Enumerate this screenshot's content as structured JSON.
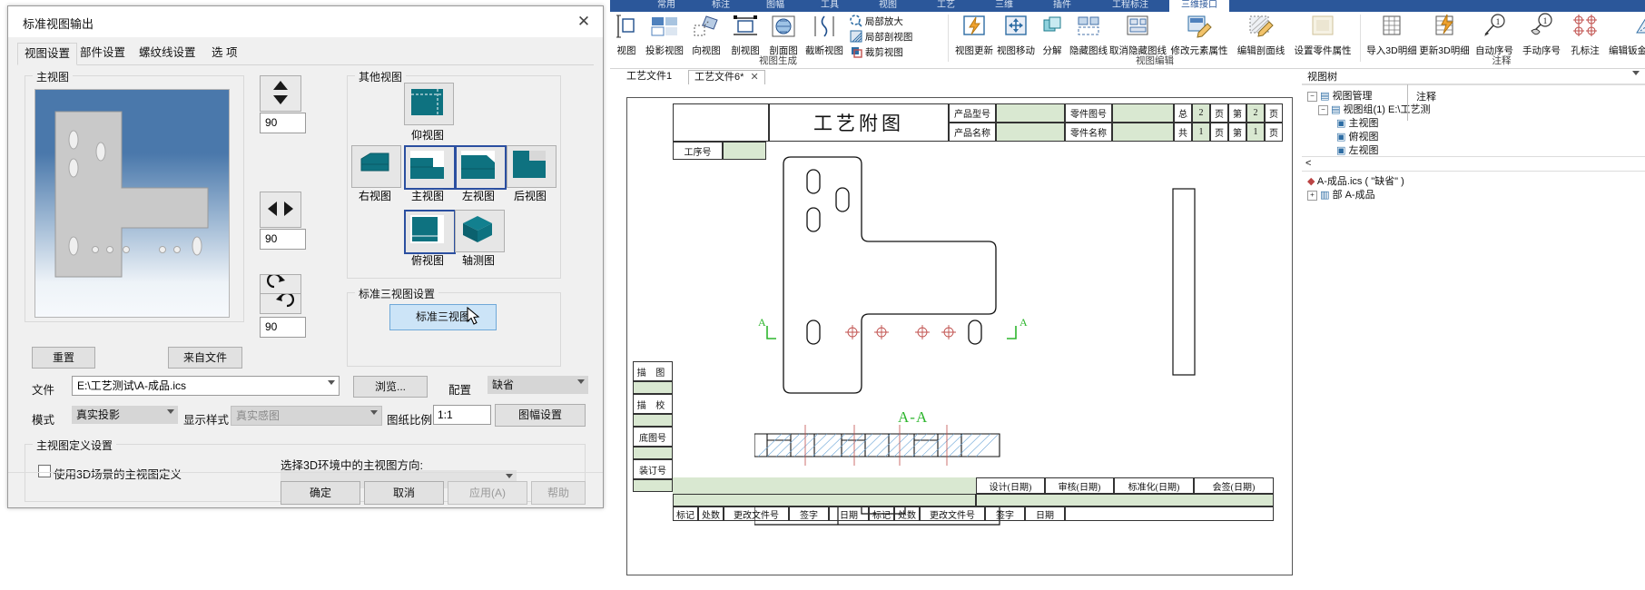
{
  "dialog": {
    "title": "标准视图输出",
    "close_icon": "close-icon",
    "tabs": [
      {
        "label": "视图设置",
        "active": true
      },
      {
        "label": "部件设置",
        "active": false
      },
      {
        "label": "螺纹线设置",
        "active": false
      },
      {
        "label": "选 项",
        "active": false
      }
    ],
    "main_view_group": {
      "label": "主视图"
    },
    "other_view_group": {
      "label": "其他视图"
    },
    "std3_group": {
      "label": "标准三视图设置",
      "button": "标准三视图"
    },
    "spinners": [
      {
        "name": "vertical",
        "value": "90",
        "icon": "up-down-arrows-icon"
      },
      {
        "name": "horizontal",
        "value": "90",
        "icon": "left-right-arrows-icon"
      },
      {
        "name": "rotate",
        "value": "90",
        "icon": "rotate-arrows-icon"
      }
    ],
    "view_buttons": [
      {
        "label": "仰视图",
        "selected": false
      },
      {
        "label": "右视图",
        "selected": false
      },
      {
        "label": "主视图",
        "selected": true
      },
      {
        "label": "左视图",
        "selected": true
      },
      {
        "label": "后视图",
        "selected": false
      },
      {
        "label": "俯视图",
        "selected": true
      },
      {
        "label": "轴测图",
        "selected": false
      }
    ],
    "reset_button": "重置",
    "from_file_button": "来自文件",
    "file_label": "文件",
    "file_value": "E:\\工艺测试\\A-成品.ics",
    "browse_button": "浏览...",
    "config_label": "配置",
    "config_value": "缺省",
    "mode_label": "模式",
    "mode_value": "真实投影",
    "display_style_label": "显示样式",
    "display_style_value": "真实感图",
    "paper_scale_label": "图纸比例",
    "paper_scale_value": "1:1",
    "frame_setting_button": "图幅设置",
    "main_def_group": {
      "label": "主视图定义设置"
    },
    "use_3d_checkbox": "使用3D场景的主视图定义",
    "choose_3d_dir_label": "选择3D环境中的主视图方向:",
    "choose_3d_dir_value": "",
    "footer": [
      {
        "label": "确定",
        "enabled": true
      },
      {
        "label": "取消",
        "enabled": true
      },
      {
        "label": "应用(A)",
        "enabled": false
      },
      {
        "label": "帮助",
        "enabled": false
      }
    ]
  },
  "app": {
    "ribbon_tabs": [
      {
        "label": "常用"
      },
      {
        "label": "标注"
      },
      {
        "label": "图幅"
      },
      {
        "label": "工具"
      },
      {
        "label": "视图"
      },
      {
        "label": "工艺"
      },
      {
        "label": "三维"
      },
      {
        "label": "插件"
      },
      {
        "label": "工程标注"
      },
      {
        "label": "三维接口",
        "active": true
      }
    ],
    "ribbon_groups": [
      {
        "label": "视图生成",
        "items": [
          {
            "label": "视图",
            "icon": "standard-view-icon"
          },
          {
            "label": "投影视图",
            "icon": "projection-view-icon"
          },
          {
            "label": "向视图",
            "icon": "direction-view-icon"
          },
          {
            "label": "剖视图",
            "icon": "section-view-icon"
          },
          {
            "label": "剖面图",
            "icon": "section-plane-icon"
          },
          {
            "label": "截断视图",
            "icon": "break-view-icon"
          }
        ],
        "small_items": [
          {
            "label": "局部放大",
            "icon": "detail-zoom-icon"
          },
          {
            "label": "局部剖视图",
            "icon": "local-section-icon"
          },
          {
            "label": "裁剪视图",
            "icon": "crop-view-icon"
          }
        ]
      },
      {
        "label": "视图编辑",
        "items": [
          {
            "label": "视图更新",
            "icon": "refresh-view-icon"
          },
          {
            "label": "视图移动",
            "icon": "move-view-icon"
          },
          {
            "label": "分解",
            "icon": "explode-icon"
          },
          {
            "label": "隐藏图线",
            "icon": "hide-lines-icon"
          },
          {
            "label": "取消隐藏图线",
            "icon": "unhide-lines-icon"
          },
          {
            "label": "修改元素属性",
            "icon": "edit-element-props-icon"
          },
          {
            "label": "编辑剖面线",
            "icon": "edit-hatch-icon"
          },
          {
            "label": "设置零件属性",
            "icon": "part-props-icon"
          }
        ]
      },
      {
        "label": "注释",
        "items": [
          {
            "label": "导入3D明细",
            "icon": "import-bom-icon"
          },
          {
            "label": "更新3D明细",
            "icon": "update-bom-icon"
          },
          {
            "label": "自动序号",
            "icon": "auto-balloon-icon"
          },
          {
            "label": "手动序号",
            "icon": "manual-balloon-icon"
          },
          {
            "label": "孔标注",
            "icon": "hole-note-icon"
          },
          {
            "label": "编辑钣金折弯标注",
            "icon": "sheet-bend-note-icon"
          }
        ]
      }
    ],
    "doc_tabs": [
      {
        "label": "工艺文件1",
        "active": false
      },
      {
        "label": "工艺文件6*",
        "active": true,
        "close_icon": "close-icon"
      }
    ],
    "drawing": {
      "title": "工艺附图",
      "section_label": "A-A",
      "section_marks": [
        "A",
        "A"
      ],
      "title_block": {
        "rows": [
          {
            "label": "产品型号",
            "value": "",
            "label2": "零件图号",
            "value2": "",
            "p1": "总",
            "p1n": "2",
            "p1u": "页",
            "p2": "第",
            "p2n": "2",
            "p2u": "页"
          },
          {
            "label": "产品名称",
            "value": "",
            "label2": "零件名称",
            "value2": "",
            "p1": "共",
            "p1n": "1",
            "p1u": "页",
            "p2": "第",
            "p2n": "1",
            "p2u": "页"
          }
        ],
        "process_no_label": "工序号",
        "process_no_value": ""
      },
      "left_column": [
        {
          "label": "描    图",
          "value": ""
        },
        {
          "label": "描    校",
          "value": ""
        },
        {
          "label": "底图号",
          "value": ""
        },
        {
          "label": "装订号",
          "value": ""
        }
      ],
      "sign_row": [
        "设计(日期)",
        "审核(日期)",
        "标准化(日期)",
        "会签(日期)"
      ],
      "rev_row": [
        "标记",
        "处数",
        "更改文件号",
        "签字",
        "日期",
        "标记",
        "处数",
        "更改文件号",
        "签字",
        "日期"
      ]
    },
    "right_panel": {
      "collapse_icon": "chevron-down-icon",
      "view_tree_label": "视图树",
      "annotation_label": "注释",
      "tree": [
        {
          "label": "视图管理",
          "depth": 0,
          "icon": "folder-icon",
          "expander": "-"
        },
        {
          "label": "视图组(1) E:\\工艺测",
          "depth": 1,
          "icon": "folder-icon",
          "expander": "-"
        },
        {
          "label": "主视图",
          "depth": 2,
          "icon": "view-icon",
          "expander": ""
        },
        {
          "label": "俯视图",
          "depth": 2,
          "icon": "view-icon",
          "expander": ""
        },
        {
          "label": "左视图",
          "depth": 2,
          "icon": "view-icon",
          "expander": ""
        },
        {
          "label": "A-成品.ics ( \"缺省\" )",
          "depth": 0,
          "icon": "doc-icon",
          "expander": ""
        },
        {
          "label": "部 A-成品",
          "depth": 0,
          "icon": "part-icon",
          "expander": "+"
        }
      ]
    }
  }
}
